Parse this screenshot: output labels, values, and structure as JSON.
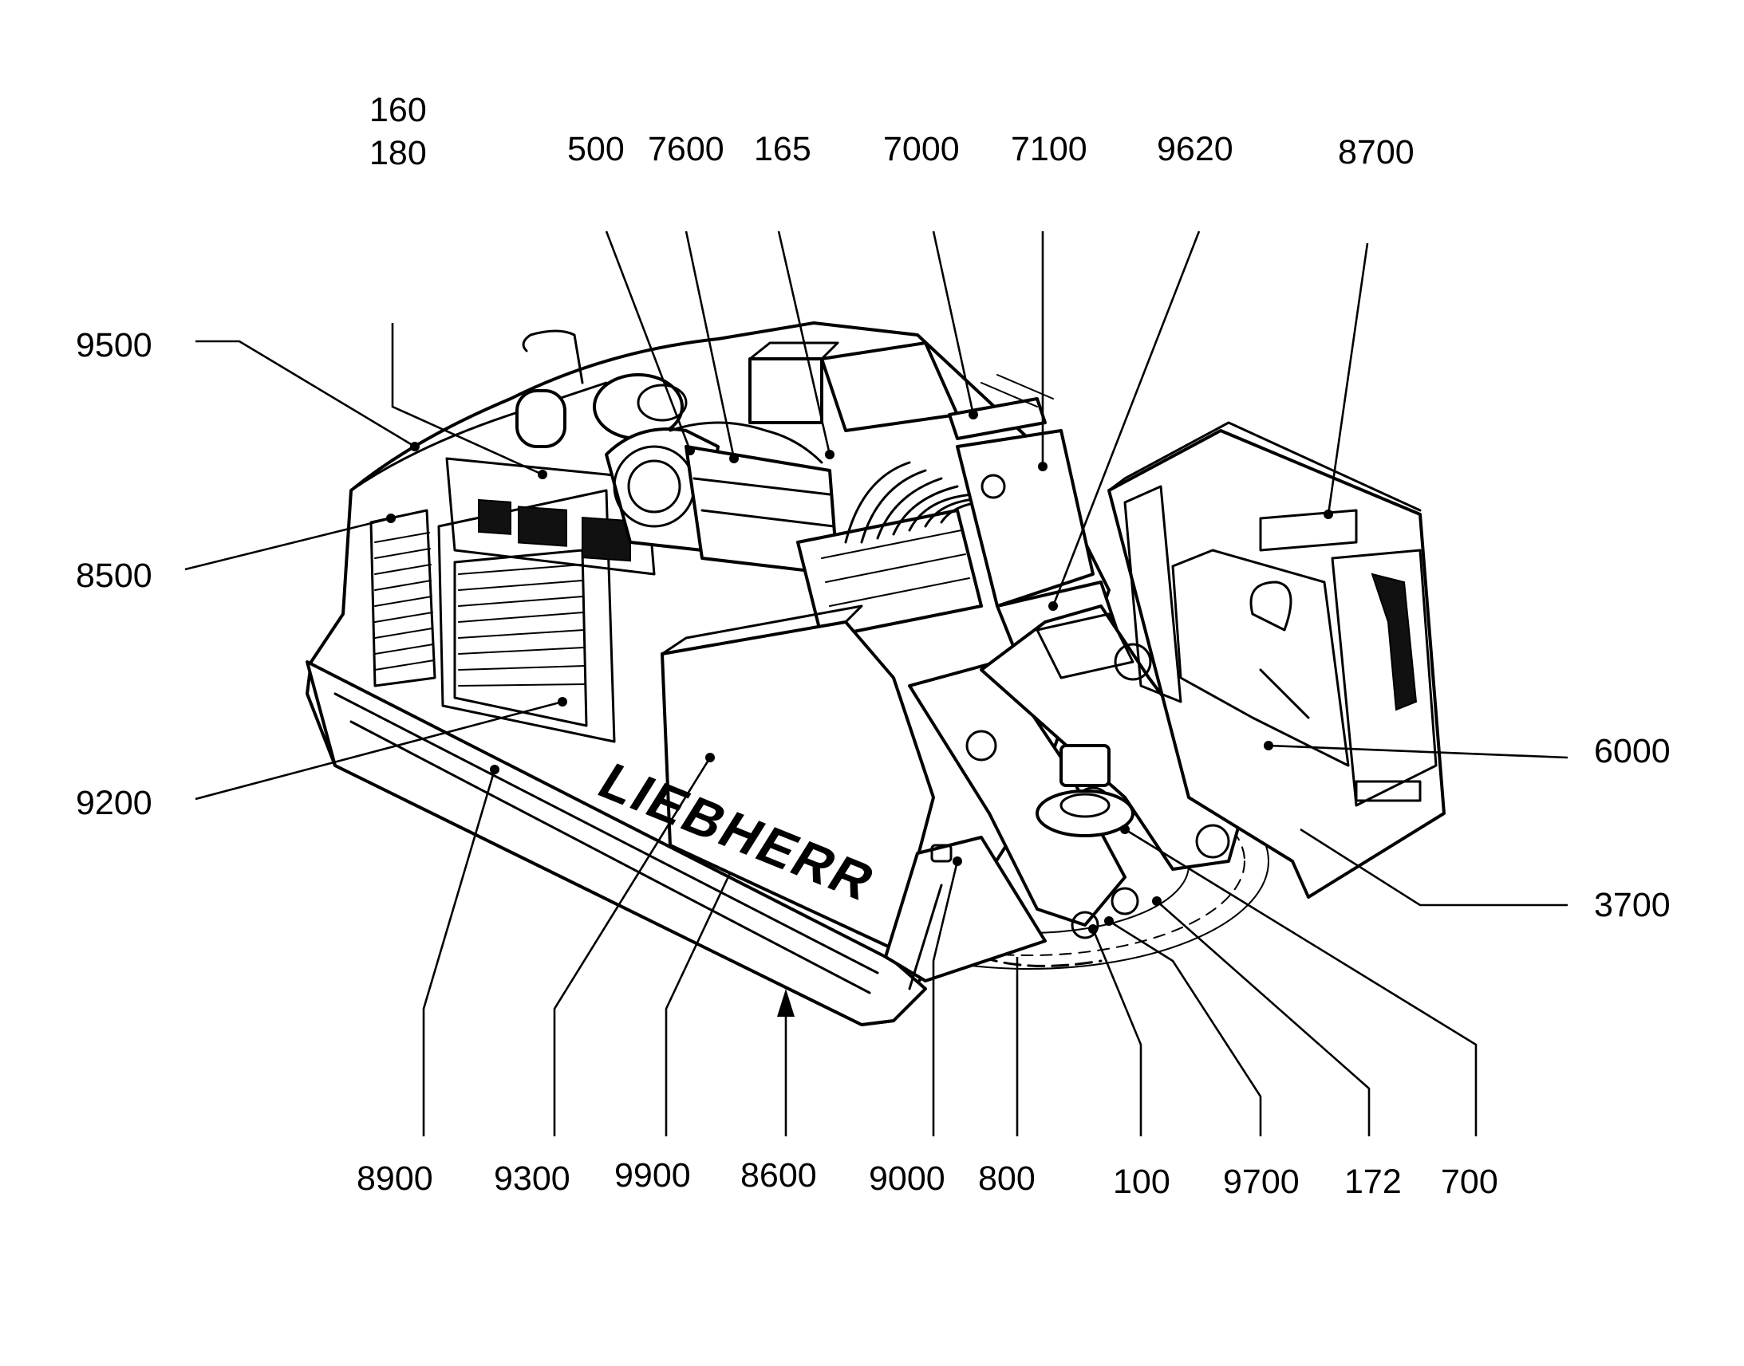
{
  "brand_logo": "LIEBHERR",
  "callouts": {
    "c160": "160",
    "c180": "180",
    "c500": "500",
    "c7600": "7600",
    "c165": "165",
    "c7000": "7000",
    "c7100": "7100",
    "c9620": "9620",
    "c8700": "8700",
    "c9500": "9500",
    "c8500": "8500",
    "c9200": "9200",
    "c6000": "6000",
    "c3700": "3700",
    "c8900": "8900",
    "c9300": "9300",
    "c9900": "9900",
    "c8600": "8600",
    "c9000": "9000",
    "c800": "800",
    "c100": "100",
    "c9700": "9700",
    "c172": "172",
    "c700": "700"
  }
}
